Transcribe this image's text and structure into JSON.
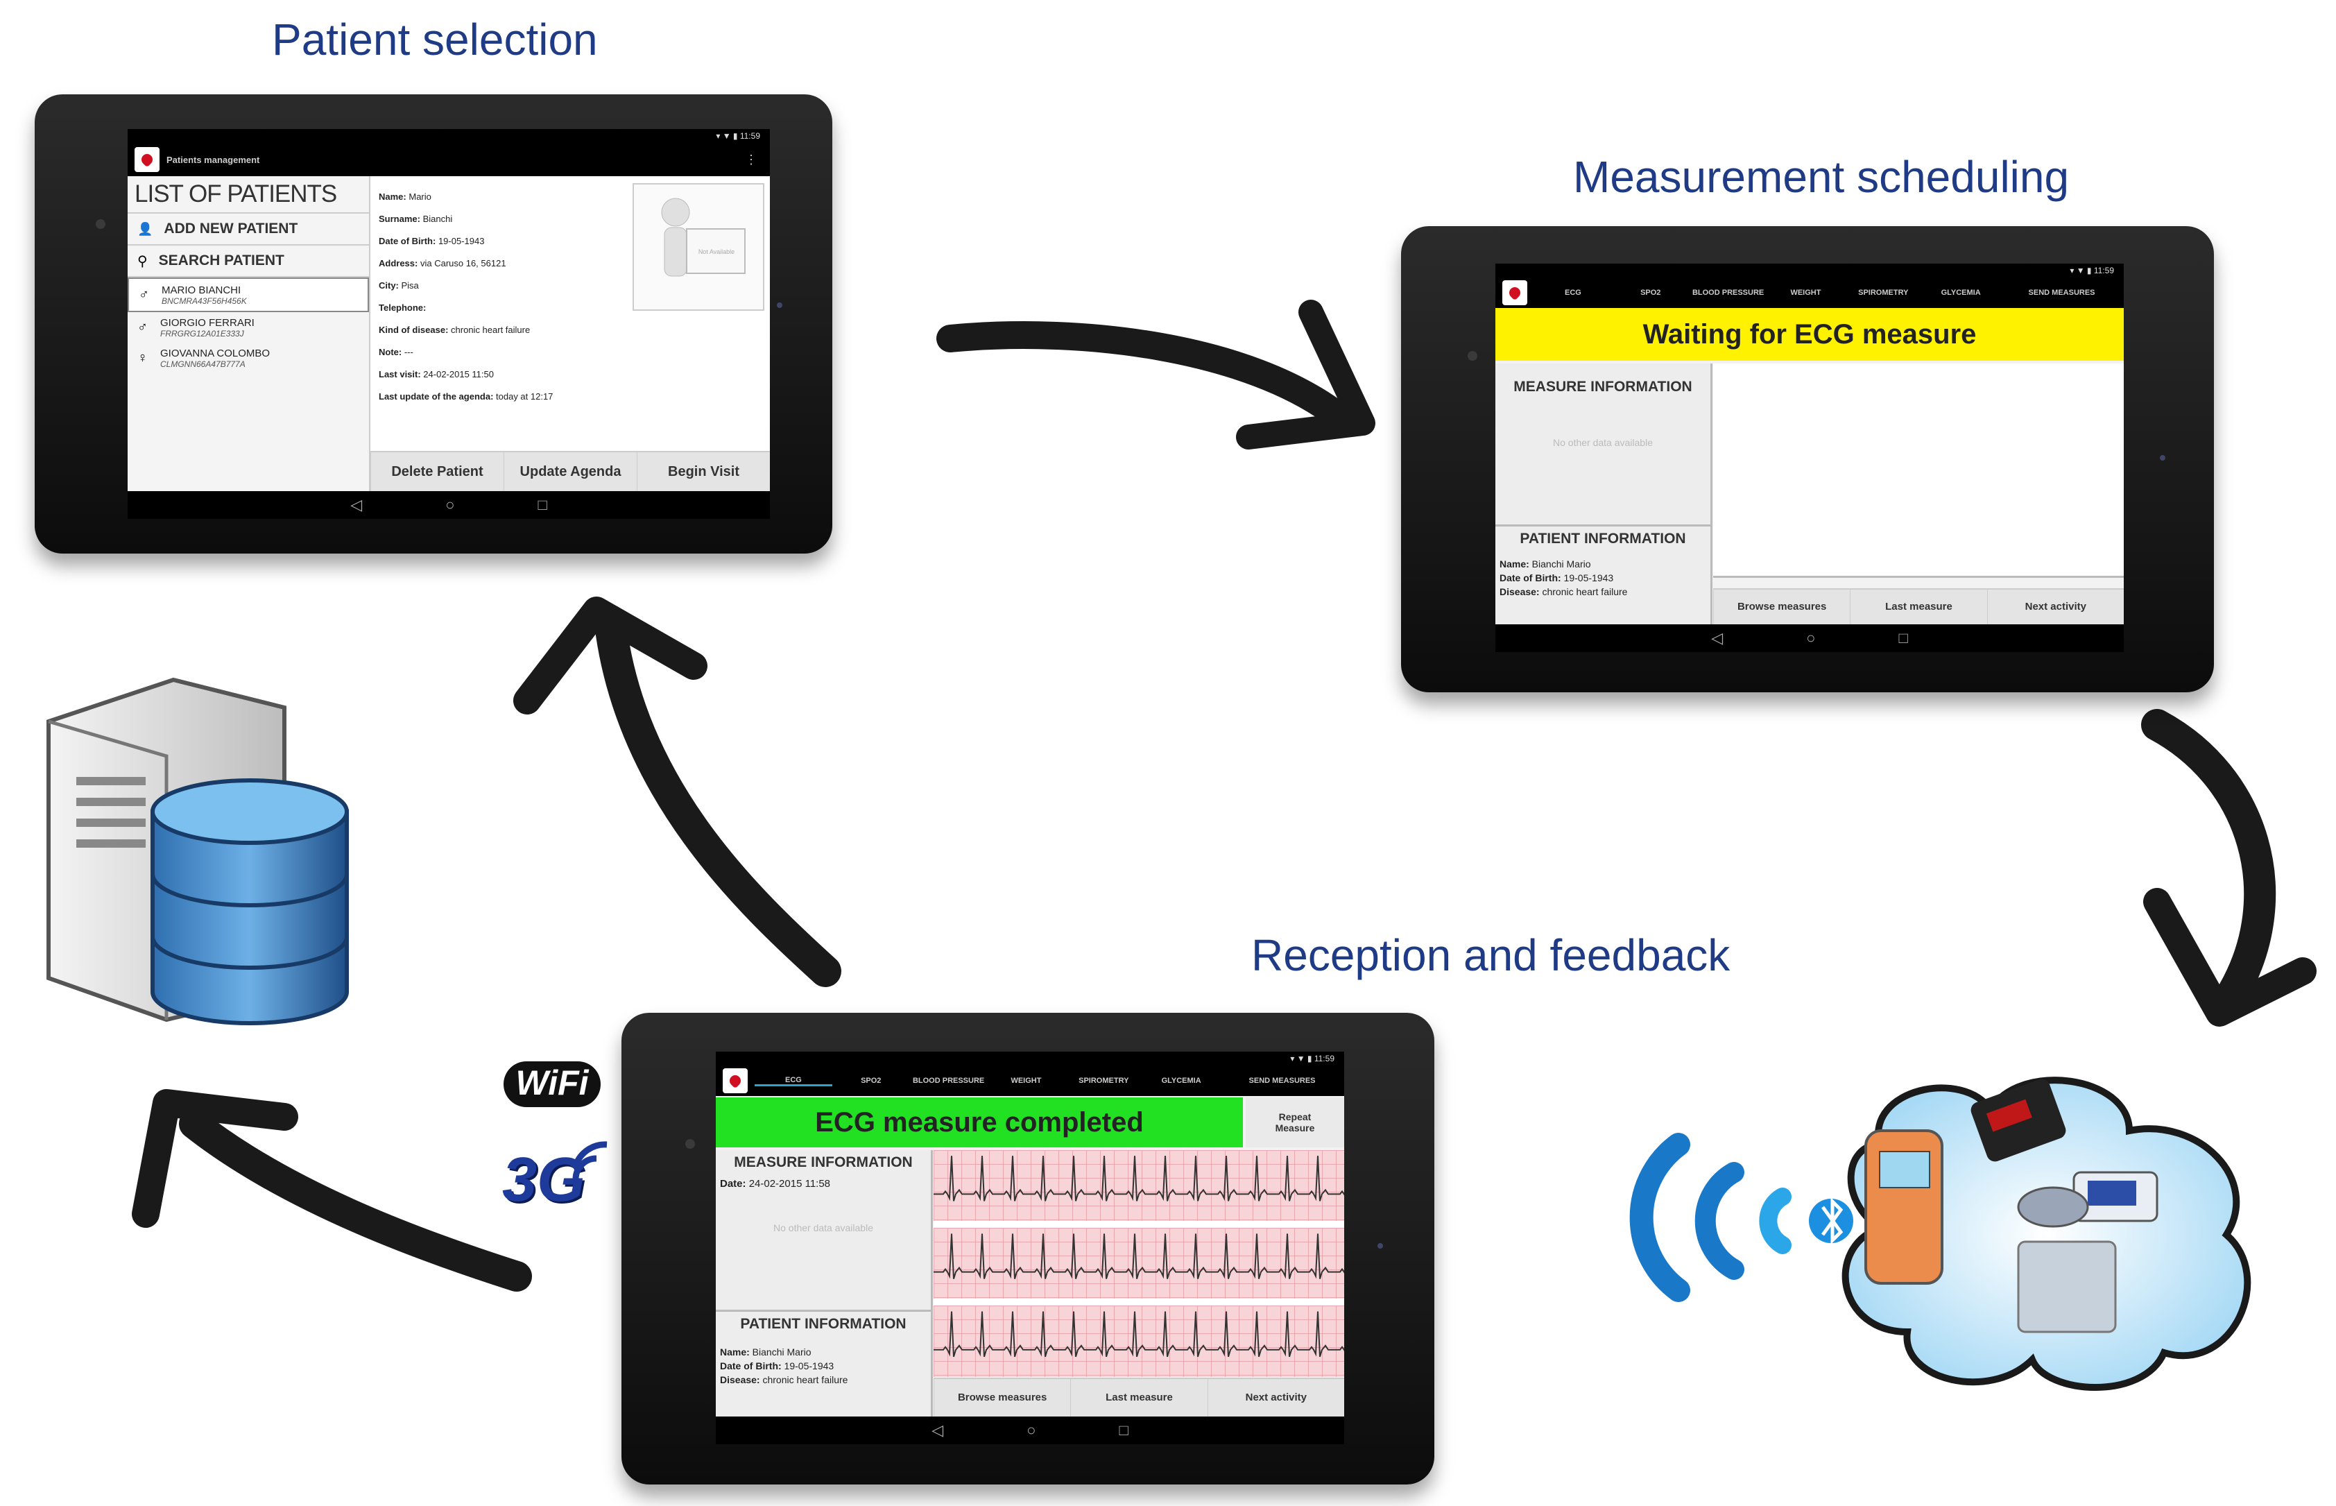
{
  "captions": {
    "patient_selection": "Patient selection",
    "measurement_scheduling": "Measurement scheduling",
    "reception_feedback": "Reception and feedback"
  },
  "colors": {
    "caption": "#1f3b86",
    "waiting_banner": "#fff200",
    "completed_banner": "#22e022",
    "ecg_grid": "#f7d4d8",
    "ecg_trace": "#333333",
    "arrow": "#1a1a1a"
  },
  "tablet1": {
    "appbar_title": "Patients management",
    "list_title": "LIST OF PATIENTS",
    "add_new_patient": "ADD NEW PATIENT",
    "search_patient": "SEARCH PATIENT",
    "patients": [
      {
        "name": "MARIO BIANCHI",
        "code": "BNCMRA43F56H456K"
      },
      {
        "name": "GIORGIO FERRARI",
        "code": "FRRGRG12A01E333J"
      },
      {
        "name": "GIOVANNA COLOMBO",
        "code": "CLMGNN66A47B777A"
      }
    ],
    "details": [
      {
        "label": "Name:",
        "value": "Mario"
      },
      {
        "label": "Surname:",
        "value": "Bianchi"
      },
      {
        "label": "Date of Birth:",
        "value": "19-05-1943"
      },
      {
        "label": "Address:",
        "value": "via Caruso 16, 56121"
      },
      {
        "label": "City:",
        "value": "Pisa"
      },
      {
        "label": "Telephone:",
        "value": ""
      },
      {
        "label": "Kind of disease:",
        "value": "chronic heart failure"
      },
      {
        "label": "Note:",
        "value": "---"
      },
      {
        "label": "Last visit:",
        "value": "24-02-2015 11:50"
      },
      {
        "label": "Last update of the agenda:",
        "value": "today at 12:17"
      }
    ],
    "photo_caption": "Not Available",
    "buttons": [
      "Delete Patient",
      "Update Agenda",
      "Begin Visit"
    ]
  },
  "tablet2": {
    "tabs": [
      "ECG",
      "SpO2",
      "BLOOD PRESSURE",
      "WEIGHT",
      "SPIROMETRY",
      "GLYCEMIA",
      "SEND MEASURES"
    ],
    "banner": "Waiting for ECG measure",
    "measure_info_title": "MEASURE INFORMATION",
    "no_data": "No other data available",
    "patient_info_title": "PATIENT INFORMATION",
    "patient_info": [
      {
        "label": "Name:",
        "value": "Bianchi Mario"
      },
      {
        "label": "Date of Birth:",
        "value": "19-05-1943"
      },
      {
        "label": "Disease:",
        "value": "chronic heart failure"
      }
    ],
    "buttons": [
      "Browse measures",
      "Last measure",
      "Next activity"
    ]
  },
  "tablet3": {
    "tabs": [
      "ECG",
      "SpO2",
      "BLOOD PRESSURE",
      "WEIGHT",
      "SPIROMETRY",
      "GLYCEMIA",
      "SEND MEASURES"
    ],
    "banner": "ECG measure completed",
    "repeat_button": "Repeat Measure",
    "measure_info_title": "MEASURE INFORMATION",
    "measure_date_label": "Date:",
    "measure_date_value": "24-02-2015 11:58",
    "no_data": "No other data available",
    "patient_info_title": "PATIENT INFORMATION",
    "patient_info": [
      {
        "label": "Name:",
        "value": "Bianchi Mario"
      },
      {
        "label": "Date of Birth:",
        "value": "19-05-1943"
      },
      {
        "label": "Disease:",
        "value": "chronic heart failure"
      }
    ],
    "buttons": [
      "Browse measures",
      "Last measure",
      "Next activity"
    ]
  },
  "badges": {
    "wifi": "WiFi",
    "threeg": "3G"
  },
  "icons": [
    "server-icon",
    "database-icon",
    "wireless-signal-icon",
    "bluetooth-icon",
    "medical-devices-cloud-icon"
  ]
}
